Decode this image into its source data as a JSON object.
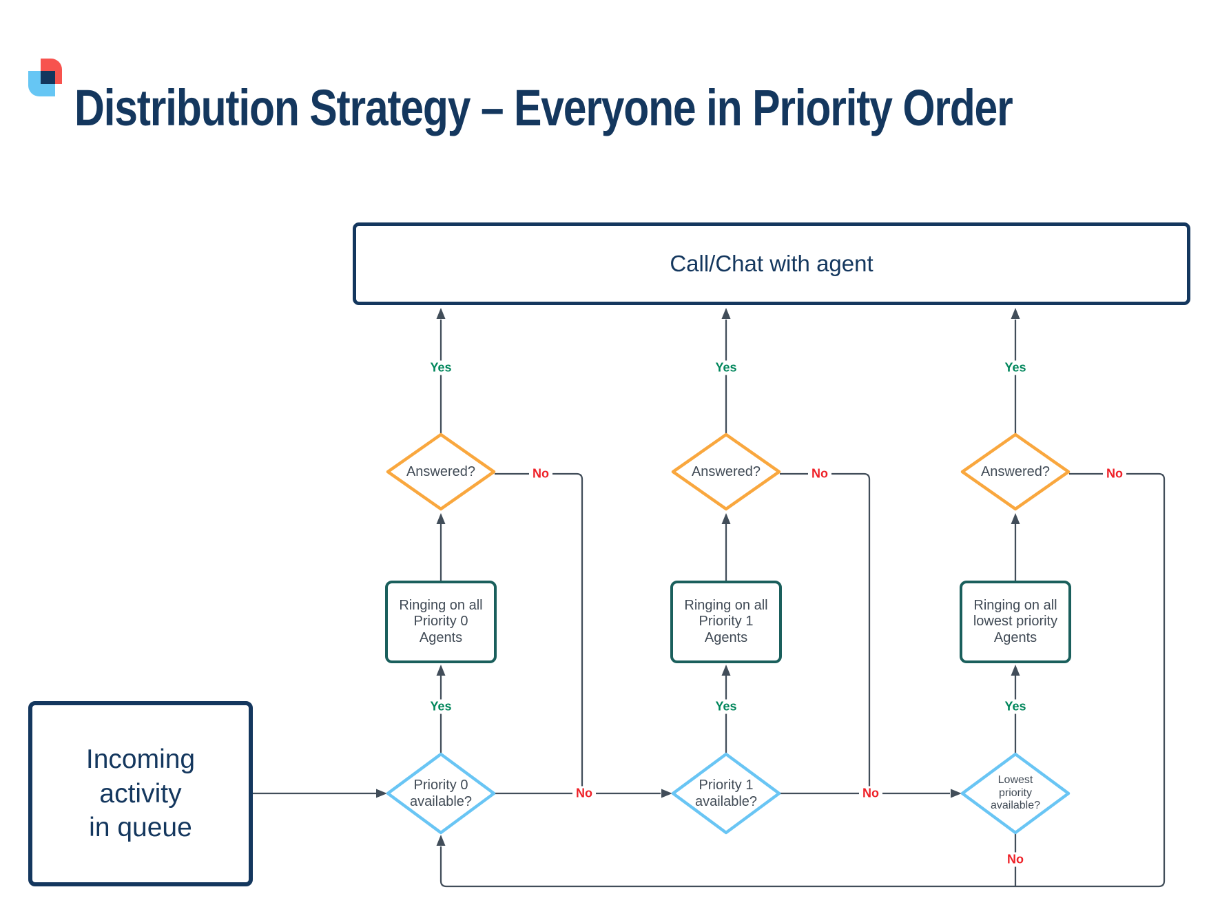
{
  "title": "Distribution Strategy – Everyone in Priority Order",
  "top_box": {
    "label": "Call/Chat with agent"
  },
  "incoming_box": {
    "label": "Incoming\nactivity\nin queue"
  },
  "columns": [
    {
      "answered": "Answered?",
      "ringing": "Ringing on all\nPriority 0\nAgents",
      "priority": "Priority 0\navailable?"
    },
    {
      "answered": "Answered?",
      "ringing": "Ringing on all\nPriority 1\nAgents",
      "priority": "Priority 1\navailable?"
    },
    {
      "answered": "Answered?",
      "ringing": "Ringing on all\nlowest priority\nAgents",
      "priority": "Lowest\npriority\navailable?"
    }
  ],
  "edge_labels": {
    "yes": "Yes",
    "no": "No"
  },
  "colors": {
    "navy": "#14375E",
    "slate_text": "#404A55",
    "line": "#414D59",
    "green": "#00865B",
    "red": "#EE2027",
    "orange": "#F9A73E",
    "light_blue": "#69C5F4",
    "teal": "#1A5F5C",
    "logo_red": "#F7534E",
    "logo_blue": "#66C6F4"
  }
}
